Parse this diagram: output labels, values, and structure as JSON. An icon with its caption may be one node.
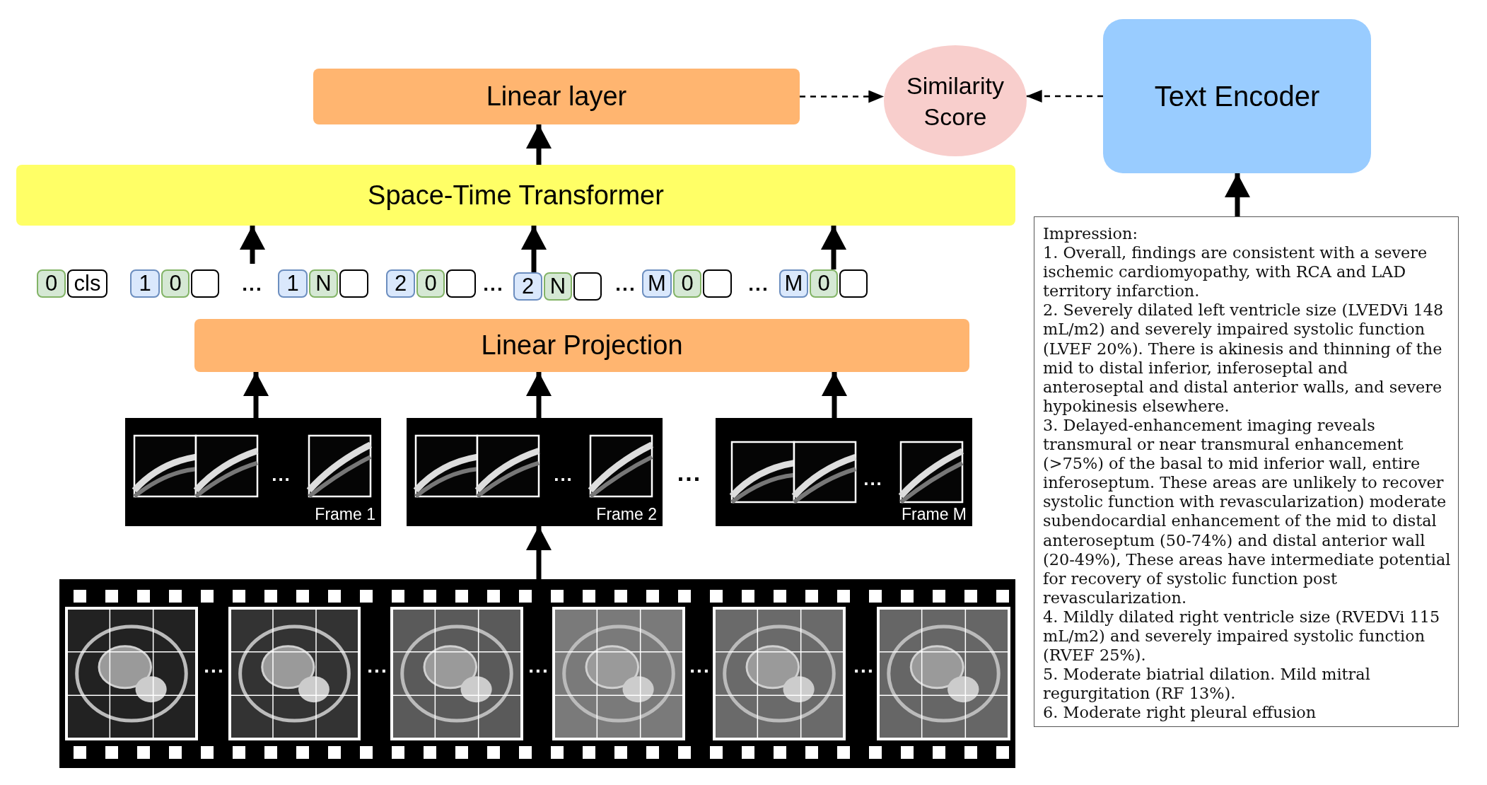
{
  "diagram": {
    "nodes": [
      {
        "text": [
          "Linear layer"
        ]
      },
      {
        "text": [
          "Similarity Score"
        ]
      },
      {
        "text": [
          "Text Encoder"
        ]
      },
      {
        "text": [
          "Space-Time Transformer"
        ]
      },
      {
        "text": [
          "Impression:",
          "1. Overall, findings are consistent with a severe ischemic cardiomyopathy, with RCA and LAD territory infarction.",
          "2. Severely dilated left ventricle size (LVEDVi 148 mL/m2) and severely impaired systolic function (LVEF 20%). There is akinesis and thinning of the mid to distal inferior, inferoseptal and anteroseptal and distal anterior walls, and severe hypokinesis elsewhere.",
          "3. Delayed-enhancement imaging reveals transmural or near transmural enhancement (>75%) of the basal to mid inferior wall, entire inferoseptum. These areas are unlikely to recover systolic function with revascularization) moderate subendocardial enhancement of the mid to distal anteroseptum (50-74%) and distal anterior wall (20-49%), These areas have intermediate potential for recovery of systolic function post revascularization.",
          "4. Mildly dilated right ventricle size (RVEDVi 115 mL/m2) and severely impaired systolic function (RVEF 25%).",
          "5. Moderate biatrial dilation. Mild mitral regurgitation (RF 13%).",
          "6. Moderate right pleural effusion"
        ]
      },
      {
        "text": [
          "0"
        ]
      },
      {
        "text": [
          "cls"
        ]
      },
      {
        "text": [
          "1"
        ]
      },
      {
        "text": [
          "0"
        ]
      },
      {
        "text": [],
        "shape": "box"
      },
      {
        "text": [
          "1"
        ]
      },
      {
        "text": [
          "N"
        ]
      },
      {
        "text": [],
        "shape": "box"
      },
      {
        "text": [
          "2"
        ]
      },
      {
        "text": [
          "0"
        ]
      },
      {
        "text": [],
        "shape": "box"
      },
      {
        "text": [
          "2"
        ]
      },
      {
        "text": [
          "N"
        ]
      },
      {
        "text": [],
        "shape": "box"
      },
      {
        "text": [
          "M"
        ]
      },
      {
        "text": [
          "0"
        ]
      },
      {
        "text": [],
        "shape": "box"
      },
      {
        "text": [
          "M"
        ]
      },
      {
        "text": [
          "0"
        ]
      },
      {
        "text": [],
        "shape": "box"
      },
      {
        "text": [
          "Linear Projection"
        ]
      },
      {
        "text": [
          "Frame 1"
        ]
      },
      {
        "text": [
          "Frame 2"
        ]
      },
      {
        "text": [
          "Frame M"
        ]
      },
      {
        "text": [],
        "shape": "picture"
      }
    ],
    "edges": [
      {
        "from": 0,
        "to": 1,
        "arrow": "to",
        "style": "dashed"
      },
      {
        "from": 2,
        "to": 1,
        "arrow": "to",
        "style": "dashed"
      },
      {
        "from": 3,
        "to": 0,
        "arrow": "to"
      },
      {
        "from": null,
        "to": 3,
        "arrow": "to"
      },
      {
        "from": 16,
        "to": 3,
        "arrow": "to"
      },
      {
        "from": 23,
        "to": 3,
        "arrow": "to"
      },
      {
        "from": 26,
        "to": 25,
        "arrow": "to"
      },
      {
        "from": 27,
        "to": 25,
        "arrow": "to"
      },
      {
        "from": 28,
        "to": 25,
        "arrow": "to"
      },
      {
        "from": 29,
        "to": 27,
        "arrow": "to"
      },
      {
        "from": 4,
        "to": 2,
        "arrow": "to"
      }
    ],
    "labels": [
      "...",
      "...",
      "...",
      "...",
      "...",
      "...",
      "...",
      "...",
      "...",
      "...",
      "...",
      "...",
      "..."
    ]
  }
}
